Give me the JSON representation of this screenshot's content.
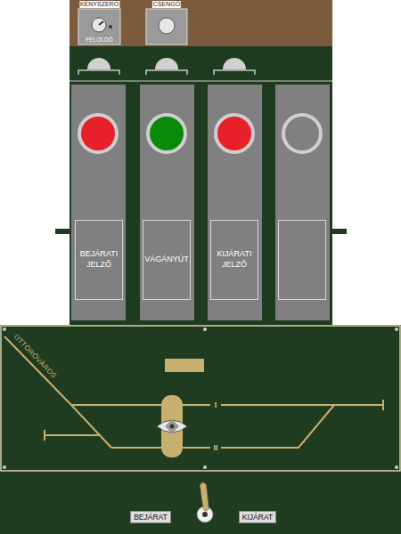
{
  "diagram": {
    "nodes": [
      {
        "text": [
          "KÉNYSZERŐ",
          "FELOLDÓ"
        ]
      },
      {
        "text": [
          "CSENGŐ"
        ]
      },
      {
        "text": [
          "BEJÁRATI JELZŐ"
        ]
      },
      {
        "text": [
          "VÁGÁNYÚT"
        ]
      },
      {
        "text": [
          "KIJÁRATI JELZŐ"
        ]
      },
      {
        "text": [
          "BEJÁRAT"
        ]
      },
      {
        "text": [
          "KIJÁRAT"
        ]
      }
    ],
    "labels": [
      "ÚTTÖRŐVÁROS",
      "I",
      "II"
    ]
  }
}
